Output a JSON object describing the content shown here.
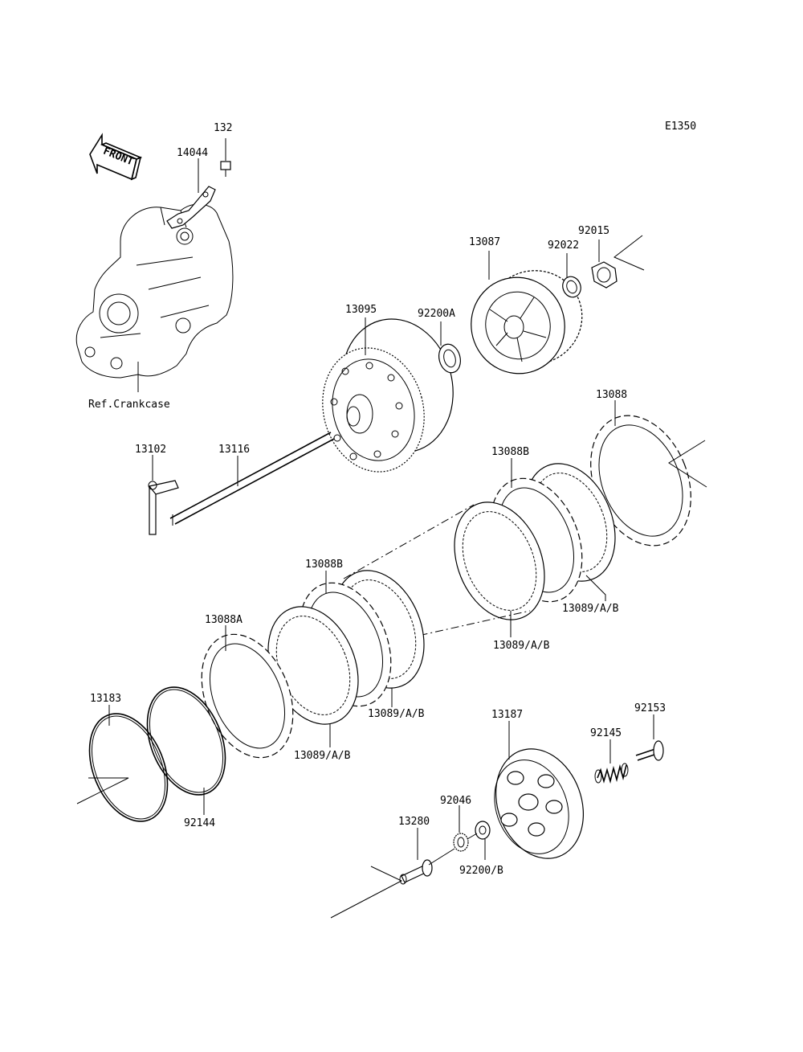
{
  "diagram": {
    "code": "E1350",
    "front_label": "FRONT",
    "ref_label": "Ref.Crankcase",
    "parts": {
      "p132": "132",
      "p14044": "14044",
      "p13087": "13087",
      "p92022": "92022",
      "p92015": "92015",
      "p13095": "13095",
      "p92200a": "92200A",
      "p13088": "13088",
      "p13102": "13102",
      "p13116": "13116",
      "p13088b_1": "13088B",
      "p13088b_2": "13088B",
      "p13088a": "13088A",
      "p13089_1": "13089/A/B",
      "p13089_2": "13089/A/B",
      "p13089_3": "13089/A/B",
      "p13089_4": "13089/A/B",
      "p13183": "13183",
      "p92144": "92144",
      "p13187": "13187",
      "p92153": "92153",
      "p92145": "92145",
      "p92046": "92046",
      "p13280": "13280",
      "p92200b": "92200/B"
    }
  }
}
